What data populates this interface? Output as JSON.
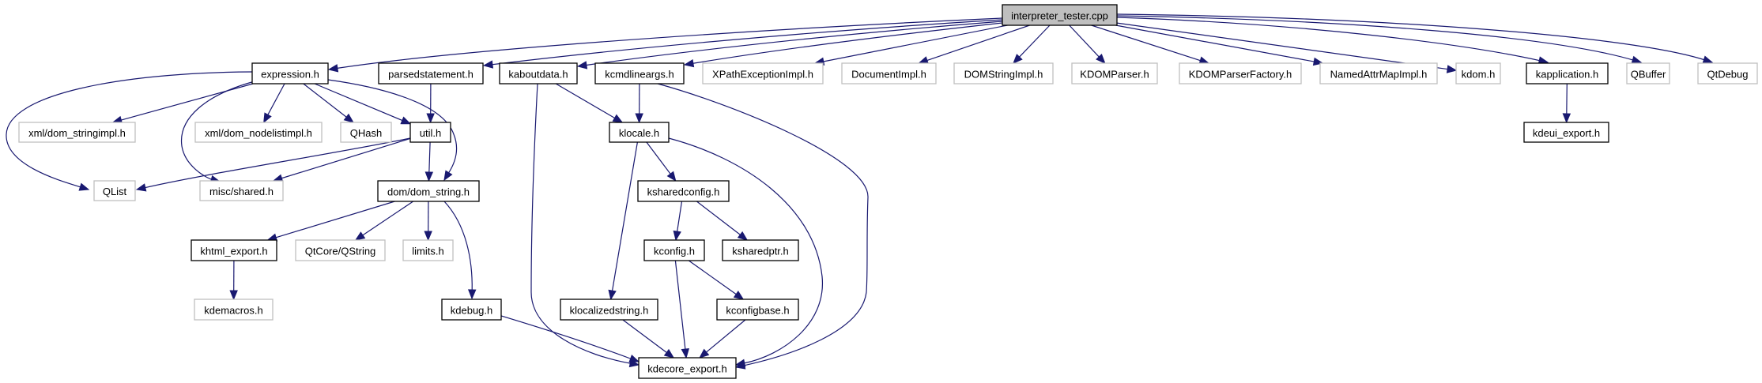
{
  "title": "interpreter_tester.cpp include dependency graph",
  "colors": {
    "edge": "#191970",
    "root_fill": "#bfbfbf",
    "documented_border": "#000000",
    "undocumented_border": "#bfbfbf"
  },
  "nodes": [
    {
      "id": "interpreter_tester_cpp",
      "label": "interpreter_tester.cpp",
      "kind": "root"
    },
    {
      "id": "expression_h",
      "label": "expression.h",
      "kind": "doc"
    },
    {
      "id": "parsedstatement_h",
      "label": "parsedstatement.h",
      "kind": "doc"
    },
    {
      "id": "kaboutdata_h",
      "label": "kaboutdata.h",
      "kind": "doc"
    },
    {
      "id": "kcmdlineargs_h",
      "label": "kcmdlineargs.h",
      "kind": "doc"
    },
    {
      "id": "XPathExceptionImpl_h",
      "label": "XPathExceptionImpl.h",
      "kind": "undoc"
    },
    {
      "id": "DocumentImpl_h",
      "label": "DocumentImpl.h",
      "kind": "undoc"
    },
    {
      "id": "DOMStringImpl_h",
      "label": "DOMStringImpl.h",
      "kind": "undoc"
    },
    {
      "id": "KDOMParser_h",
      "label": "KDOMParser.h",
      "kind": "undoc"
    },
    {
      "id": "KDOMParserFactory_h",
      "label": "KDOMParserFactory.h",
      "kind": "undoc"
    },
    {
      "id": "NamedAttrMapImpl_h",
      "label": "NamedAttrMapImpl.h",
      "kind": "undoc"
    },
    {
      "id": "kdom_h",
      "label": "kdom.h",
      "kind": "undoc"
    },
    {
      "id": "kapplication_h",
      "label": "kapplication.h",
      "kind": "doc"
    },
    {
      "id": "QBuffer",
      "label": "QBuffer",
      "kind": "undoc"
    },
    {
      "id": "QtDebug",
      "label": "QtDebug",
      "kind": "undoc"
    },
    {
      "id": "xml_dom_stringimpl_h",
      "label": "xml/dom_stringimpl.h",
      "kind": "undoc"
    },
    {
      "id": "xml_dom_nodelistimpl_h",
      "label": "xml/dom_nodelistimpl.h",
      "kind": "undoc"
    },
    {
      "id": "QHash",
      "label": "QHash",
      "kind": "undoc"
    },
    {
      "id": "util_h",
      "label": "util.h",
      "kind": "doc"
    },
    {
      "id": "klocale_h",
      "label": "klocale.h",
      "kind": "doc"
    },
    {
      "id": "kdeui_export_h",
      "label": "kdeui_export.h",
      "kind": "doc"
    },
    {
      "id": "QList",
      "label": "QList",
      "kind": "undoc"
    },
    {
      "id": "misc_shared_h",
      "label": "misc/shared.h",
      "kind": "undoc"
    },
    {
      "id": "dom_dom_string_h",
      "label": "dom/dom_string.h",
      "kind": "doc"
    },
    {
      "id": "ksharedconfig_h",
      "label": "ksharedconfig.h",
      "kind": "doc"
    },
    {
      "id": "khtml_export_h",
      "label": "khtml_export.h",
      "kind": "doc"
    },
    {
      "id": "QtCore_QString",
      "label": "QtCore/QString",
      "kind": "undoc"
    },
    {
      "id": "limits_h",
      "label": "limits.h",
      "kind": "undoc"
    },
    {
      "id": "kconfig_h",
      "label": "kconfig.h",
      "kind": "doc"
    },
    {
      "id": "ksharedptr_h",
      "label": "ksharedptr.h",
      "kind": "doc"
    },
    {
      "id": "kdemacros_h",
      "label": "kdemacros.h",
      "kind": "undoc"
    },
    {
      "id": "kdebug_h",
      "label": "kdebug.h",
      "kind": "doc"
    },
    {
      "id": "klocalizedstring_h",
      "label": "klocalizedstring.h",
      "kind": "doc"
    },
    {
      "id": "kconfigbase_h",
      "label": "kconfigbase.h",
      "kind": "doc"
    },
    {
      "id": "kdecore_export_h",
      "label": "kdecore_export.h",
      "kind": "doc"
    }
  ],
  "edges": [
    {
      "from": "interpreter_tester_cpp",
      "to": "expression_h"
    },
    {
      "from": "interpreter_tester_cpp",
      "to": "parsedstatement_h"
    },
    {
      "from": "interpreter_tester_cpp",
      "to": "kaboutdata_h"
    },
    {
      "from": "interpreter_tester_cpp",
      "to": "kcmdlineargs_h"
    },
    {
      "from": "interpreter_tester_cpp",
      "to": "XPathExceptionImpl_h"
    },
    {
      "from": "interpreter_tester_cpp",
      "to": "DocumentImpl_h"
    },
    {
      "from": "interpreter_tester_cpp",
      "to": "DOMStringImpl_h"
    },
    {
      "from": "interpreter_tester_cpp",
      "to": "KDOMParser_h"
    },
    {
      "from": "interpreter_tester_cpp",
      "to": "KDOMParserFactory_h"
    },
    {
      "from": "interpreter_tester_cpp",
      "to": "NamedAttrMapImpl_h"
    },
    {
      "from": "interpreter_tester_cpp",
      "to": "kdom_h"
    },
    {
      "from": "interpreter_tester_cpp",
      "to": "kapplication_h"
    },
    {
      "from": "interpreter_tester_cpp",
      "to": "QBuffer"
    },
    {
      "from": "interpreter_tester_cpp",
      "to": "QtDebug"
    },
    {
      "from": "expression_h",
      "to": "xml_dom_stringimpl_h"
    },
    {
      "from": "expression_h",
      "to": "xml_dom_nodelistimpl_h"
    },
    {
      "from": "expression_h",
      "to": "QHash"
    },
    {
      "from": "expression_h",
      "to": "util_h"
    },
    {
      "from": "expression_h",
      "to": "QList"
    },
    {
      "from": "expression_h",
      "to": "misc_shared_h"
    },
    {
      "from": "expression_h",
      "to": "dom_dom_string_h"
    },
    {
      "from": "parsedstatement_h",
      "to": "util_h"
    },
    {
      "from": "util_h",
      "to": "QList"
    },
    {
      "from": "util_h",
      "to": "misc_shared_h"
    },
    {
      "from": "util_h",
      "to": "dom_dom_string_h"
    },
    {
      "from": "dom_dom_string_h",
      "to": "khtml_export_h"
    },
    {
      "from": "dom_dom_string_h",
      "to": "QtCore_QString"
    },
    {
      "from": "dom_dom_string_h",
      "to": "limits_h"
    },
    {
      "from": "dom_dom_string_h",
      "to": "kdebug_h"
    },
    {
      "from": "khtml_export_h",
      "to": "kdemacros_h"
    },
    {
      "from": "kdebug_h",
      "to": "kdecore_export_h"
    },
    {
      "from": "kaboutdata_h",
      "to": "klocale_h"
    },
    {
      "from": "kaboutdata_h",
      "to": "kdecore_export_h"
    },
    {
      "from": "kcmdlineargs_h",
      "to": "klocale_h"
    },
    {
      "from": "kcmdlineargs_h",
      "to": "kdecore_export_h"
    },
    {
      "from": "klocale_h",
      "to": "ksharedconfig_h"
    },
    {
      "from": "klocale_h",
      "to": "klocalizedstring_h"
    },
    {
      "from": "klocale_h",
      "to": "kdecore_export_h"
    },
    {
      "from": "ksharedconfig_h",
      "to": "kconfig_h"
    },
    {
      "from": "ksharedconfig_h",
      "to": "ksharedptr_h"
    },
    {
      "from": "kconfig_h",
      "to": "kconfigbase_h"
    },
    {
      "from": "kconfig_h",
      "to": "kdecore_export_h"
    },
    {
      "from": "klocalizedstring_h",
      "to": "kdecore_export_h"
    },
    {
      "from": "kconfigbase_h",
      "to": "kdecore_export_h"
    },
    {
      "from": "kapplication_h",
      "to": "kdeui_export_h"
    }
  ]
}
